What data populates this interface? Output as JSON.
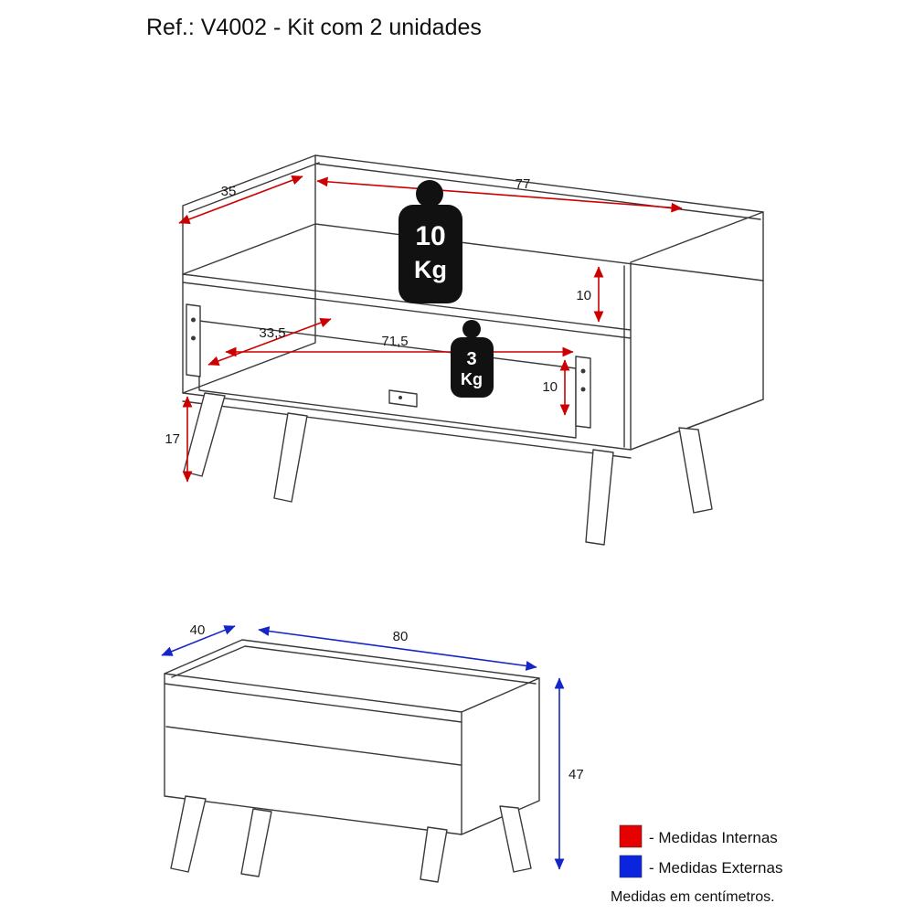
{
  "title": "Ref.: V4002 - Kit com 2 unidades",
  "top_view": {
    "description": "rack perspective drawing with internal measurements",
    "weights": {
      "shelf": {
        "value": "10",
        "unit": "Kg"
      },
      "lower": {
        "value": "3",
        "unit": "Kg"
      }
    },
    "dims": {
      "side_depth": "35",
      "top_width": "77",
      "shelf_gap": "10",
      "inner_diagonal": "33,5",
      "inner_width": "71,5",
      "door_gap": "10",
      "leg_height": "17"
    }
  },
  "bottom_view": {
    "description": "rack perspective drawing with external measurements",
    "dims": {
      "depth": "40",
      "width": "80",
      "height": "47"
    }
  },
  "legend": {
    "internal_label": "- Medidas Internas",
    "external_label": "- Medidas Externas",
    "note": "Medidas em centímetros.",
    "internal_color": "#e60000",
    "external_color": "#0b24e0"
  },
  "colors": {
    "internal_dim": "#cc0000",
    "external_dim": "#1426c8",
    "line": "#3a3a3a"
  }
}
